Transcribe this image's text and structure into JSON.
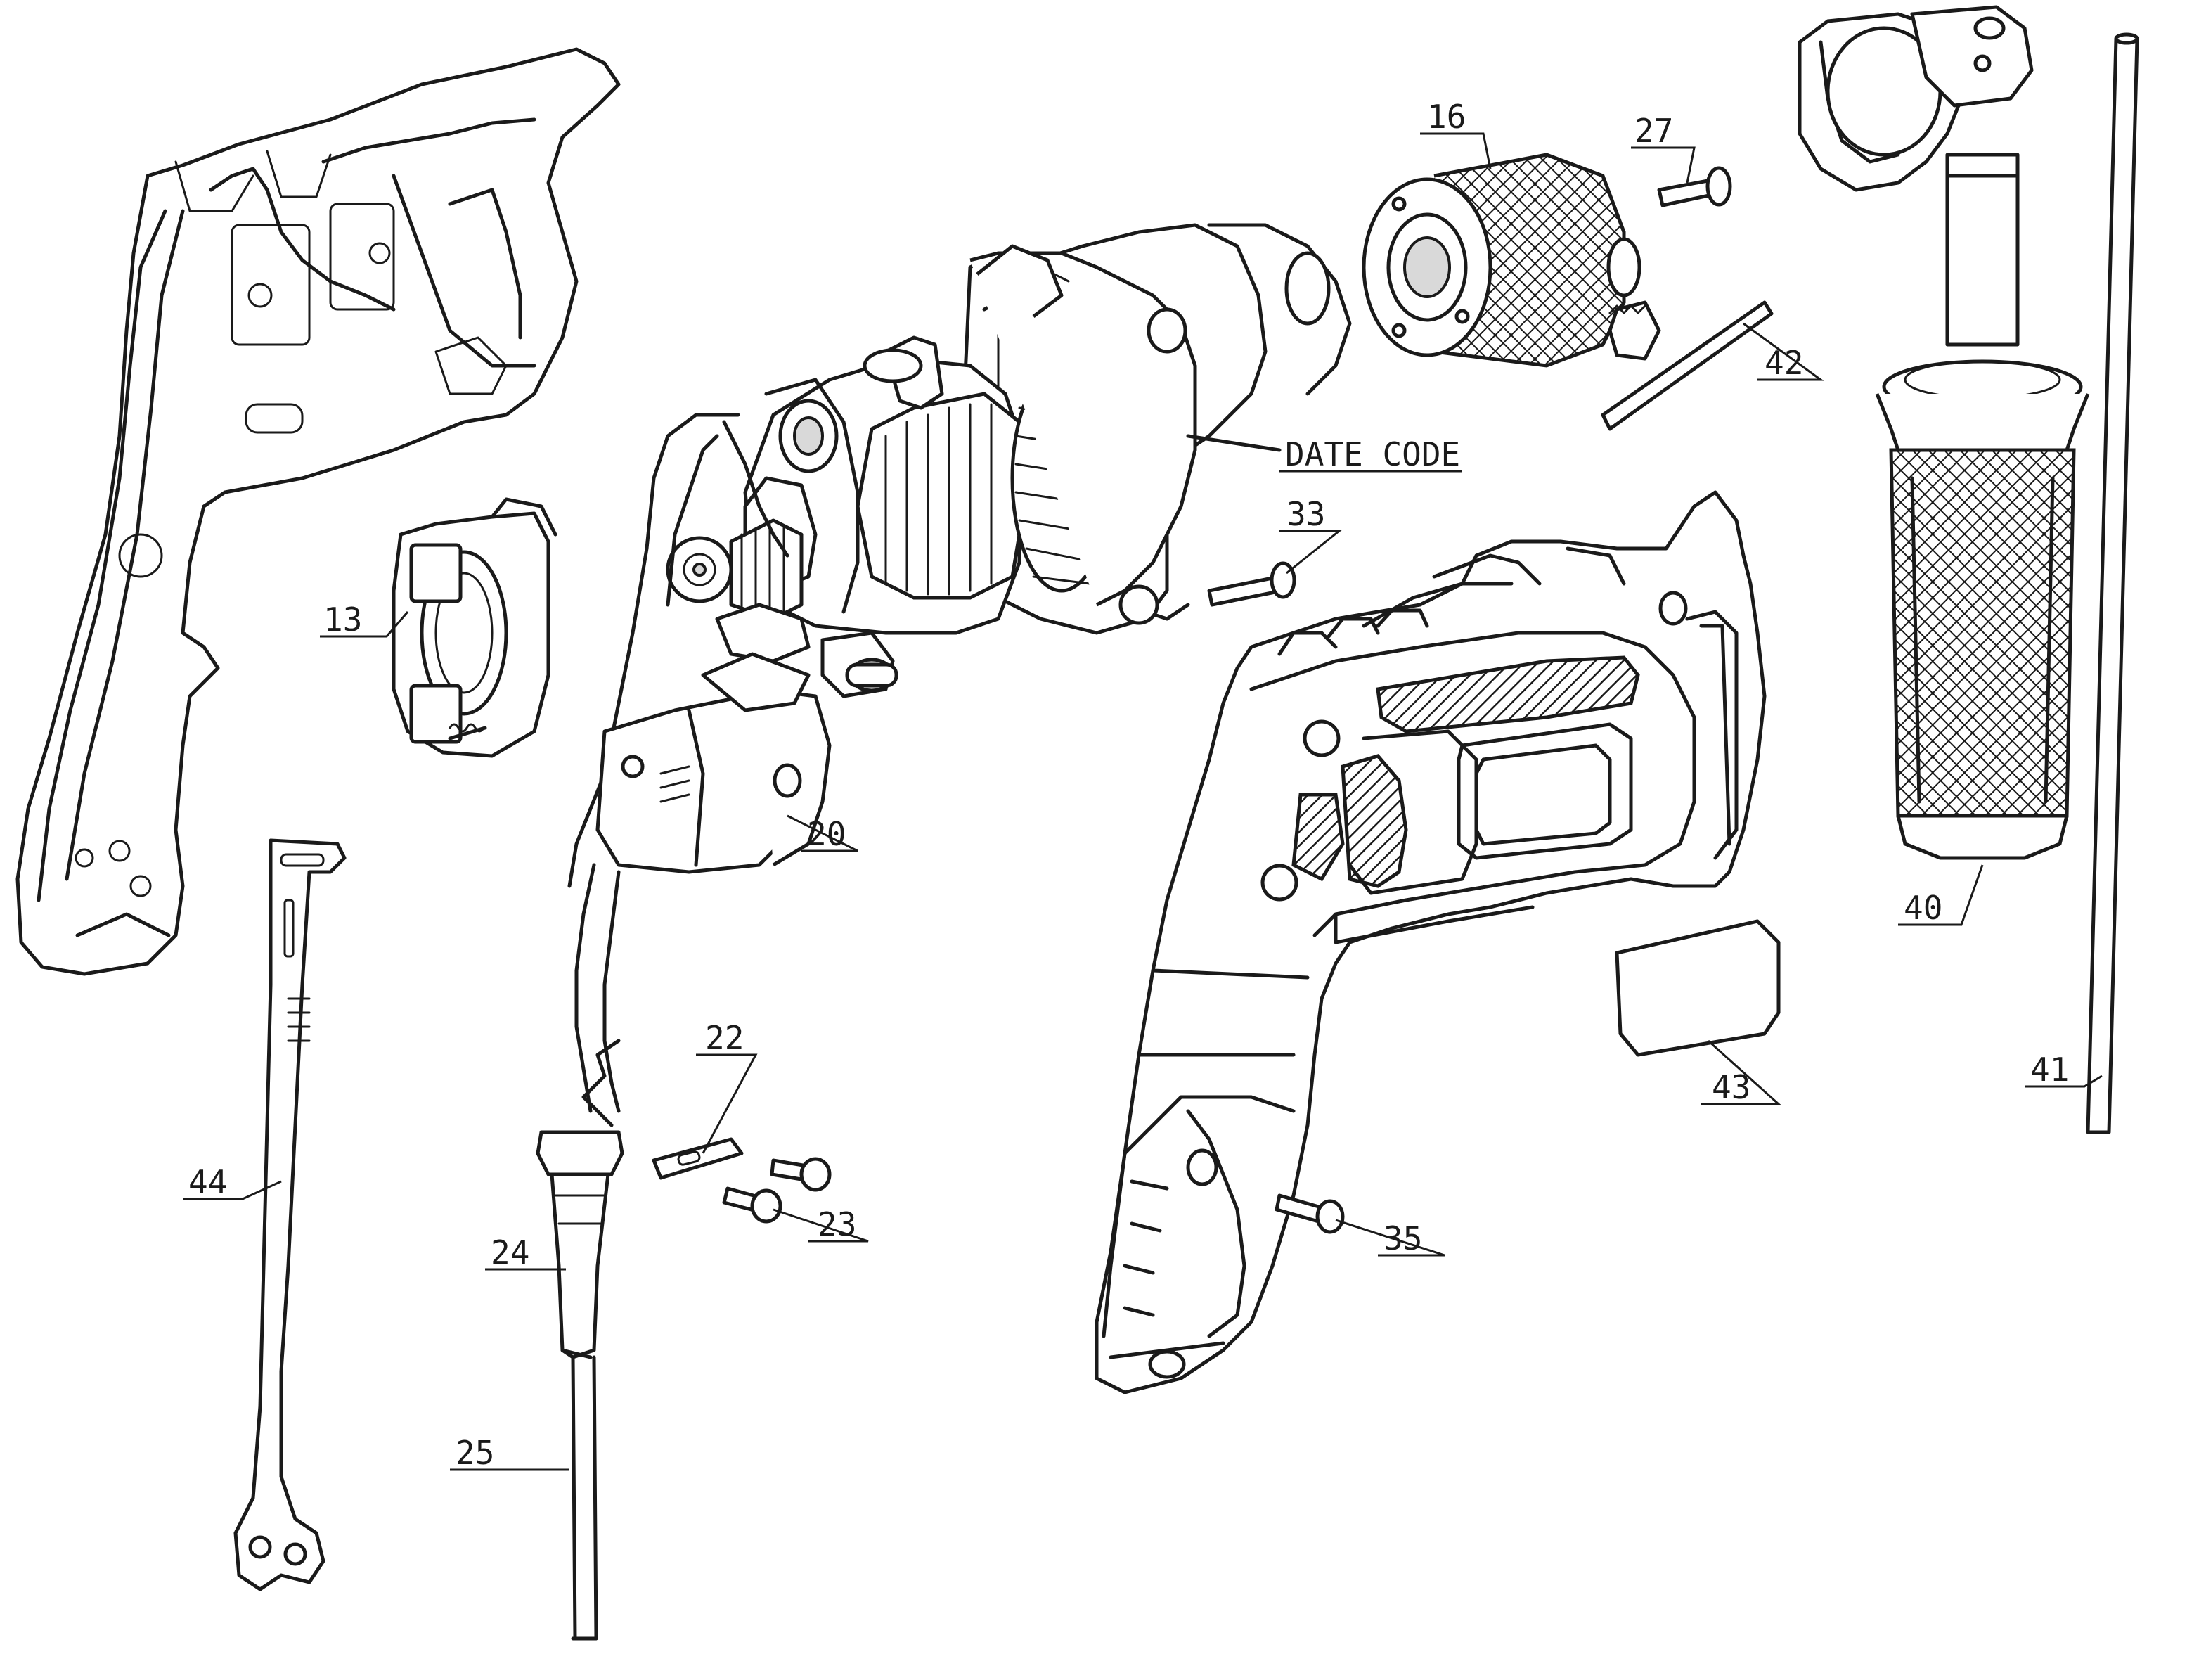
{
  "diagram": {
    "callouts": [
      {
        "id": "c16",
        "text": "16"
      },
      {
        "id": "c27",
        "text": "27"
      },
      {
        "id": "c42",
        "text": "42"
      },
      {
        "id": "cdate",
        "text": "DATE CODE"
      },
      {
        "id": "c33",
        "text": "33"
      },
      {
        "id": "c13",
        "text": "13"
      },
      {
        "id": "c20",
        "text": "20"
      },
      {
        "id": "c22",
        "text": "22"
      },
      {
        "id": "c23",
        "text": "23"
      },
      {
        "id": "c24",
        "text": "24"
      },
      {
        "id": "c25",
        "text": "25"
      },
      {
        "id": "c44",
        "text": "44"
      },
      {
        "id": "c35",
        "text": "35"
      },
      {
        "id": "c43",
        "text": "43"
      },
      {
        "id": "c40",
        "text": "40"
      },
      {
        "id": "c41",
        "text": "41"
      }
    ]
  }
}
